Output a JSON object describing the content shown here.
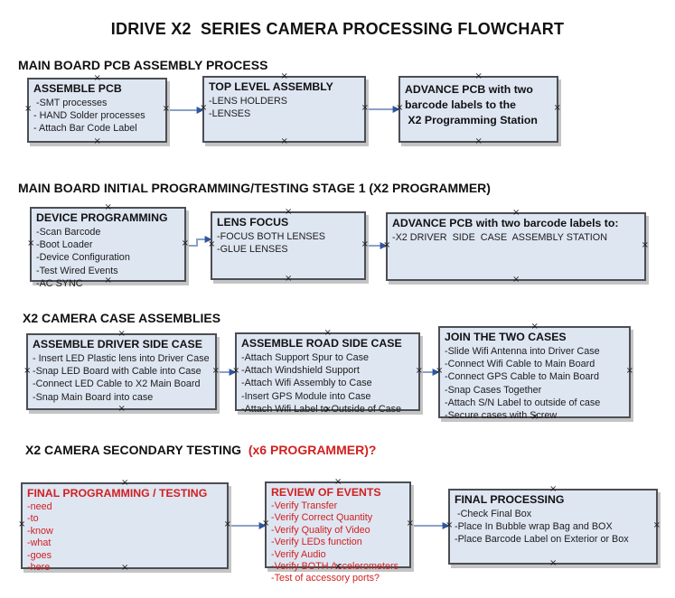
{
  "title": "IDRIVE X2  SERIES CAMERA PROCESSING FLOWCHART",
  "icons": {
    "connection_point": "×"
  },
  "colors": {
    "node_fill": "#dee6f2",
    "node_border": "#4b4e55",
    "node_shadow": "#c4c4c4",
    "connector_line": "#8aa2c8",
    "connector_arrow": "#2f55a0",
    "red": "#d12020",
    "black": "#111111"
  },
  "sections": [
    {
      "heading": "MAIN BOARD PCB ASSEMBLY PROCESS",
      "heading_red": ""
    },
    {
      "heading": "MAIN BOARD INITIAL PROGRAMMING/TESTING STAGE 1 (X2 PROGRAMMER)",
      "heading_red": ""
    },
    {
      "heading": "X2 CAMERA CASE ASSEMBLIES",
      "heading_red": ""
    },
    {
      "heading": "X2 CAMERA SECONDARY TESTING",
      "heading_red": "  (x6 PROGRAMMER)?"
    }
  ],
  "boxes": {
    "b1": {
      "title": "ASSEMBLE PCB",
      "lines": [
        " -SMT processes",
        "- HAND Solder processes",
        "- Attach Bar Code Label"
      ]
    },
    "b2": {
      "title": "TOP LEVEL ASSEMBLY",
      "lines": [
        "-LENS HOLDERS",
        "-LENSES"
      ]
    },
    "b3": {
      "title": "ADVANCE PCB with two",
      "lines": [
        "barcode labels to the",
        " X2 Programming Station"
      ]
    },
    "b4": {
      "title": "DEVICE PROGRAMMING",
      "lines": [
        "-Scan Barcode",
        "-Boot Loader",
        "-Device Configuration",
        "-Test Wired Events",
        "-AC SYNC"
      ]
    },
    "b5": {
      "title": "LENS FOCUS",
      "lines": [
        "-FOCUS BOTH LENSES",
        "-GLUE LENSES"
      ]
    },
    "b6": {
      "title": "ADVANCE PCB with two barcode labels to:",
      "lines": [
        "-X2 DRIVER  SIDE  CASE  ASSEMBLY STATION"
      ]
    },
    "b7": {
      "title": "ASSEMBLE DRIVER SIDE CASE",
      "lines": [
        "- Insert LED Plastic lens into Driver Case",
        "-Snap LED Board with Cable into Case",
        "-Connect LED Cable to X2 Main Board",
        "-Snap Main Board into case"
      ]
    },
    "b8": {
      "title": "ASSEMBLE ROAD SIDE CASE",
      "lines": [
        "-Attach Support Spur to Case",
        "-Attach Windshield Support",
        "-Attach Wifi Assembly to Case",
        "-Insert GPS Module into Case",
        "-Attach Wifi Label to Outside of Case"
      ]
    },
    "b9": {
      "title": "JOIN THE TWO CASES",
      "lines": [
        "-Slide Wifi Antenna into Driver Case",
        "-Connect Wifi Cable to Main Board",
        "-Connect GPS Cable to Main Board",
        "-Snap Cases Together",
        "-Attach S/N Label to outside of case",
        "-Secure cases with Screw"
      ]
    },
    "b10": {
      "title": "FINAL PROGRAMMING / TESTING",
      "lines": [
        "-need",
        "-to",
        "-know",
        "-what",
        "-goes",
        "-here"
      ]
    },
    "b11": {
      "title": "REVIEW OF EVENTS",
      "lines": [
        "-Verify Transfer",
        "-Verify Correct Quantity",
        "-Verify Quality of Video",
        "-Verify LEDs function",
        "-Verify Audio",
        "-Verify BOTH Accelerometers",
        "-Test of accessory ports?"
      ]
    },
    "b12": {
      "title": "FINAL PROCESSING",
      "lines": [
        " -Check Final Box",
        "-Place In Bubble wrap Bag and BOX",
        "-Place Barcode Label on Exterior or Box"
      ]
    }
  },
  "connectors": [
    {
      "points": [
        [
          185,
          122
        ],
        [
          224,
          122
        ]
      ]
    },
    {
      "points": [
        [
          405,
          121
        ],
        [
          441,
          121
        ]
      ]
    },
    {
      "points": [
        [
          206,
          272
        ],
        [
          218,
          272
        ],
        [
          218,
          265
        ],
        [
          233,
          265
        ]
      ]
    },
    {
      "points": [
        [
          405,
          272
        ],
        [
          427,
          272
        ]
      ]
    },
    {
      "points": [
        [
          240,
          412
        ],
        [
          260,
          412
        ]
      ]
    },
    {
      "points": [
        [
          465,
          412
        ],
        [
          485,
          412
        ]
      ]
    },
    {
      "points": [
        [
          253,
          582
        ],
        [
          293,
          582
        ]
      ]
    },
    {
      "points": [
        [
          455,
          582
        ],
        [
          496,
          582
        ]
      ]
    }
  ]
}
